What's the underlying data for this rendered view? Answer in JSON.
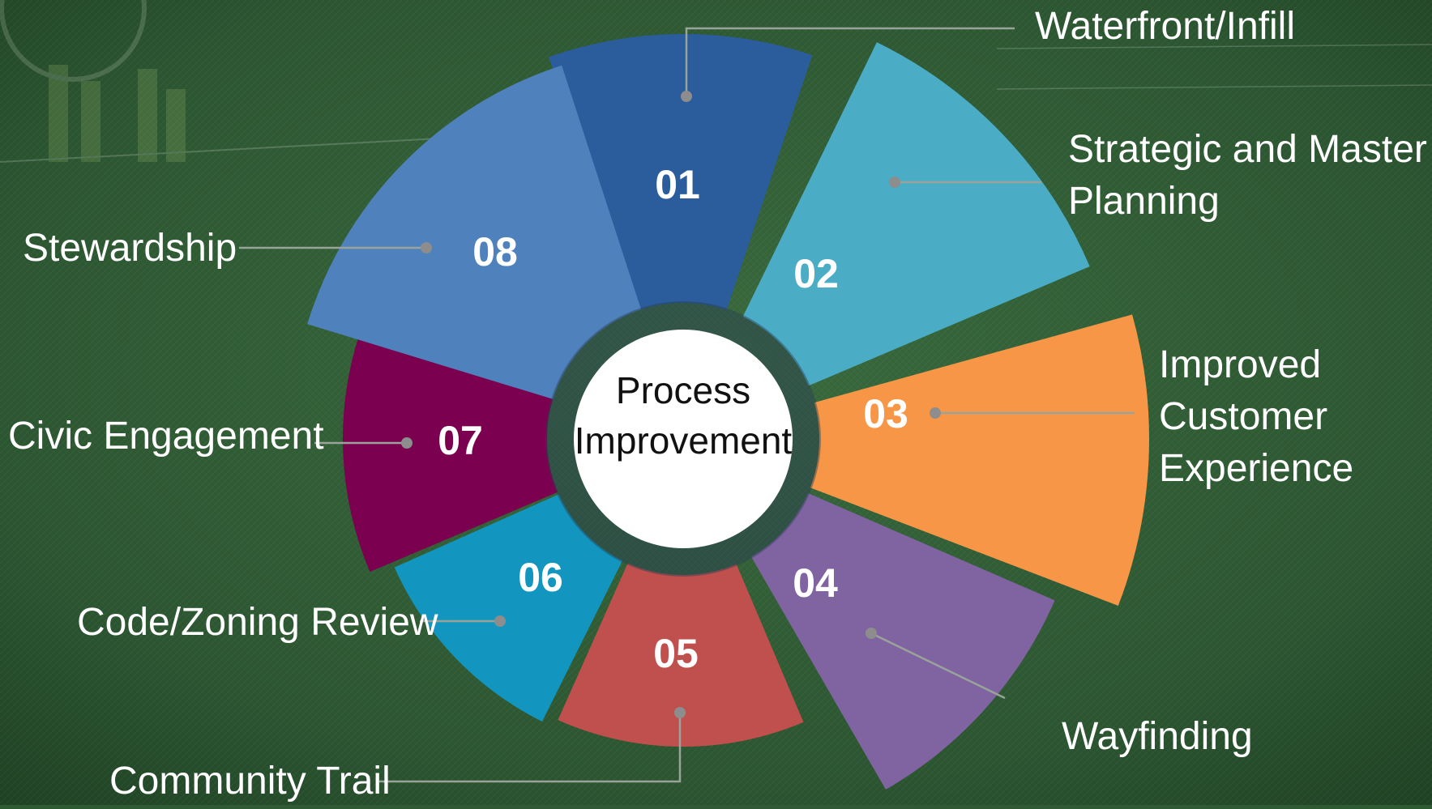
{
  "center": {
    "line1": "Process",
    "line2": "Improvement"
  },
  "colors": {
    "background": "#2f5a34",
    "hub_ring": "#2b3d55"
  },
  "segments": [
    {
      "number": "01",
      "label_lines": [
        "Waterfront/Infill"
      ],
      "color": "#2b5c9c"
    },
    {
      "number": "02",
      "label_lines": [
        "Strategic and Master",
        "Planning"
      ],
      "color": "#4bacc6"
    },
    {
      "number": "03",
      "label_lines": [
        "Improved",
        "Customer",
        "Experience"
      ],
      "color": "#f79646"
    },
    {
      "number": "04",
      "label_lines": [
        "Wayfinding"
      ],
      "color": "#8064a2"
    },
    {
      "number": "05",
      "label_lines": [
        "Community Trail"
      ],
      "color": "#c0504d"
    },
    {
      "number": "06",
      "label_lines": [
        "Code/Zoning Review"
      ],
      "color": "#1296c0"
    },
    {
      "number": "07",
      "label_lines": [
        "Civic Engagement"
      ],
      "color": "#7b004f"
    },
    {
      "number": "08",
      "label_lines": [
        "Stewardship"
      ],
      "color": "#4f81bd"
    }
  ]
}
